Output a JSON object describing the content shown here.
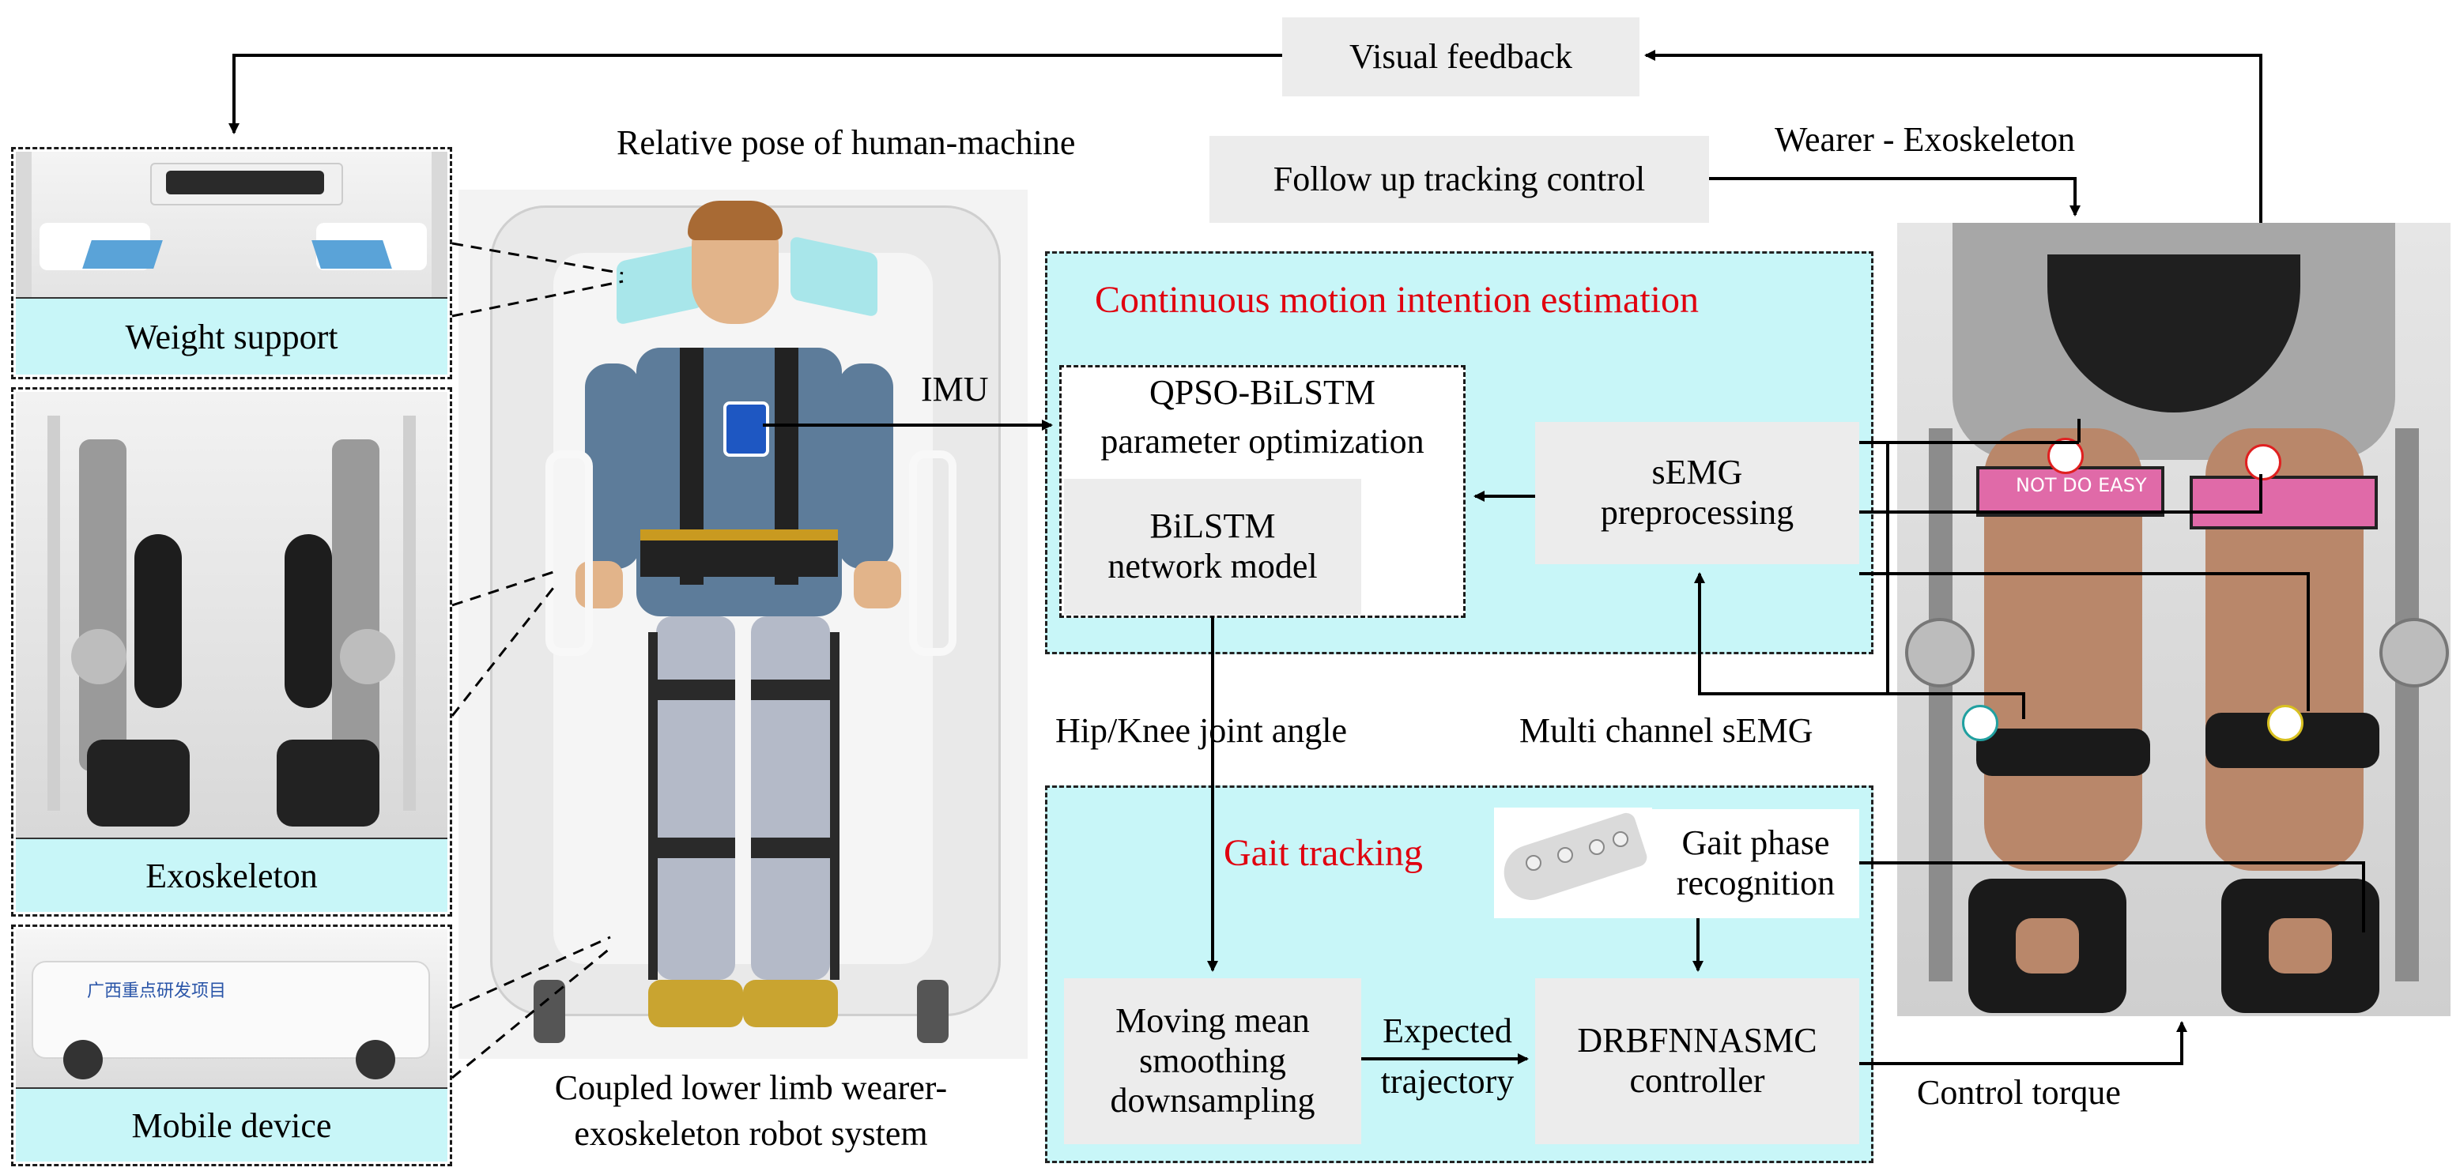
{
  "left_panels": {
    "weight_support": "Weight support",
    "exoskeleton": "Exoskeleton",
    "mobile_device": "Mobile device",
    "mobile_device_sign": "广西重点研发项目"
  },
  "center": {
    "top_label": "Relative pose of human-machine",
    "bottom_label_line1": "Coupled lower limb wearer-",
    "bottom_label_line2": "exoskeleton robot system",
    "imu_label": "IMU"
  },
  "feedback": {
    "visual_feedback": "Visual feedback",
    "follow_up": "Follow up tracking control",
    "wearer_exoskeleton": "Wearer - Exoskeleton"
  },
  "cmie": {
    "title": "Continuous motion intention estimation",
    "qpso_line1": "QPSO-BiLSTM",
    "qpso_line2": "parameter optimization",
    "bilstm_line1": "BiLSTM",
    "bilstm_line2": "network model",
    "semg_line1": "sEMG",
    "semg_line2": "preprocessing"
  },
  "middle_labels": {
    "joint_angle": "Hip/Knee joint angle",
    "multi_channel": "Multi channel sEMG"
  },
  "gait": {
    "title": "Gait tracking",
    "phase_line1": "Gait phase",
    "phase_line2": "recognition",
    "moving_line1": "Moving mean",
    "moving_line2": "smoothing",
    "moving_line3": "downsampling",
    "expected_line1": "Expected",
    "expected_line2": "trajectory",
    "controller_line1": "DRBFNNASMC",
    "controller_line2": "controller",
    "control_torque": "Control torque"
  },
  "photo_right": {
    "strap_text": "NOT DO EASY"
  },
  "colors": {
    "accent_red": "#e0000f",
    "cyan": "#c8f6f8",
    "box_gray": "#ececec"
  }
}
